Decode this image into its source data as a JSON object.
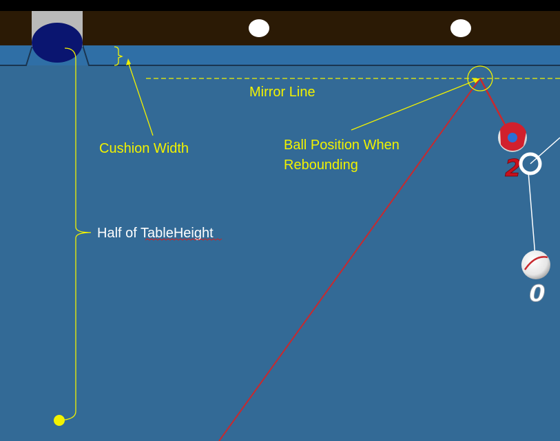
{
  "annotations": {
    "mirror_line": "Mirror Line",
    "cushion_width": "Cushion Width",
    "ball_position_line1": "Ball Position When",
    "ball_position_line2": "Rebounding",
    "half_height_prefix": "Half of ",
    "half_height_word": "TableHeight"
  },
  "balls": {
    "object_ball_number": "2",
    "cue_ball_number": "0"
  },
  "colors": {
    "rail": "#2b1a05",
    "cushion": "#2f6fa6",
    "cloth": "#336a96",
    "annotation": "#f2f200",
    "shot_line": "#c8292e",
    "pocket": "#0a1570",
    "pocket_liner": "#b9b9b9",
    "diamond": "#ffffff"
  },
  "icons": {
    "pocket": "pocket-icon",
    "diamond": "diamond-marker-icon",
    "object_ball": "ball-2-icon",
    "cue_ball": "cue-ball-icon",
    "ghost_ball": "ghost-ball-ring-icon"
  }
}
